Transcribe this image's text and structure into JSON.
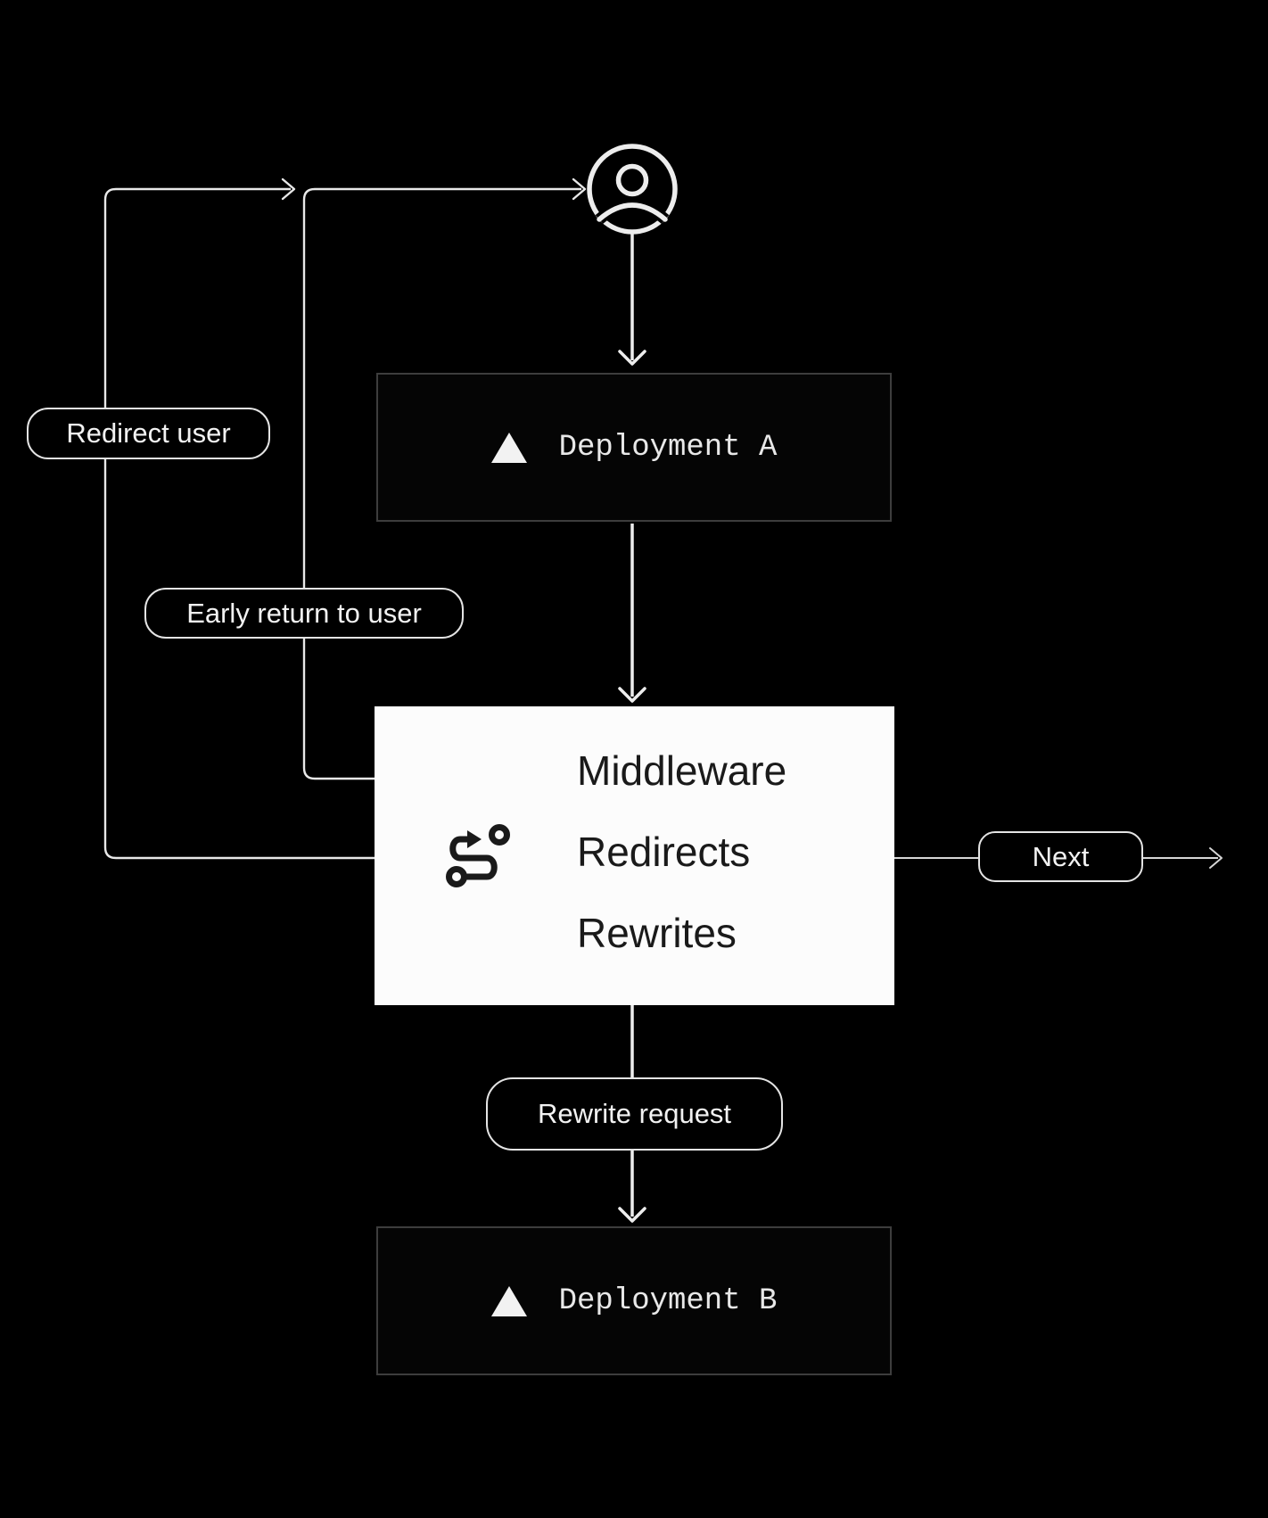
{
  "canvas": {
    "background": "#000000"
  },
  "colors": {
    "connector_line": "#e8e8e8",
    "node_border": "#3d3d3d",
    "node_background": "#050505",
    "node_text": "#e8e8e8",
    "middleware_background": "#fcfcfc",
    "middleware_text": "#1a1a1a",
    "pill_border": "#e4e4e4",
    "pill_text": "#f2f2f2"
  },
  "nodes": {
    "user": {
      "icon": "user-circle-icon"
    },
    "deployment_a": {
      "icon": "vercel-logo-icon",
      "label": "Deployment A"
    },
    "middleware": {
      "icon": "route-icon",
      "lines": [
        "Middleware",
        "Redirects",
        "Rewrites"
      ]
    },
    "deployment_b": {
      "icon": "vercel-logo-icon",
      "label": "Deployment B"
    }
  },
  "edge_labels": {
    "redirect_user": "Redirect user",
    "early_return_to_user": "Early return to user",
    "next": "Next",
    "rewrite_request": "Rewrite request"
  }
}
